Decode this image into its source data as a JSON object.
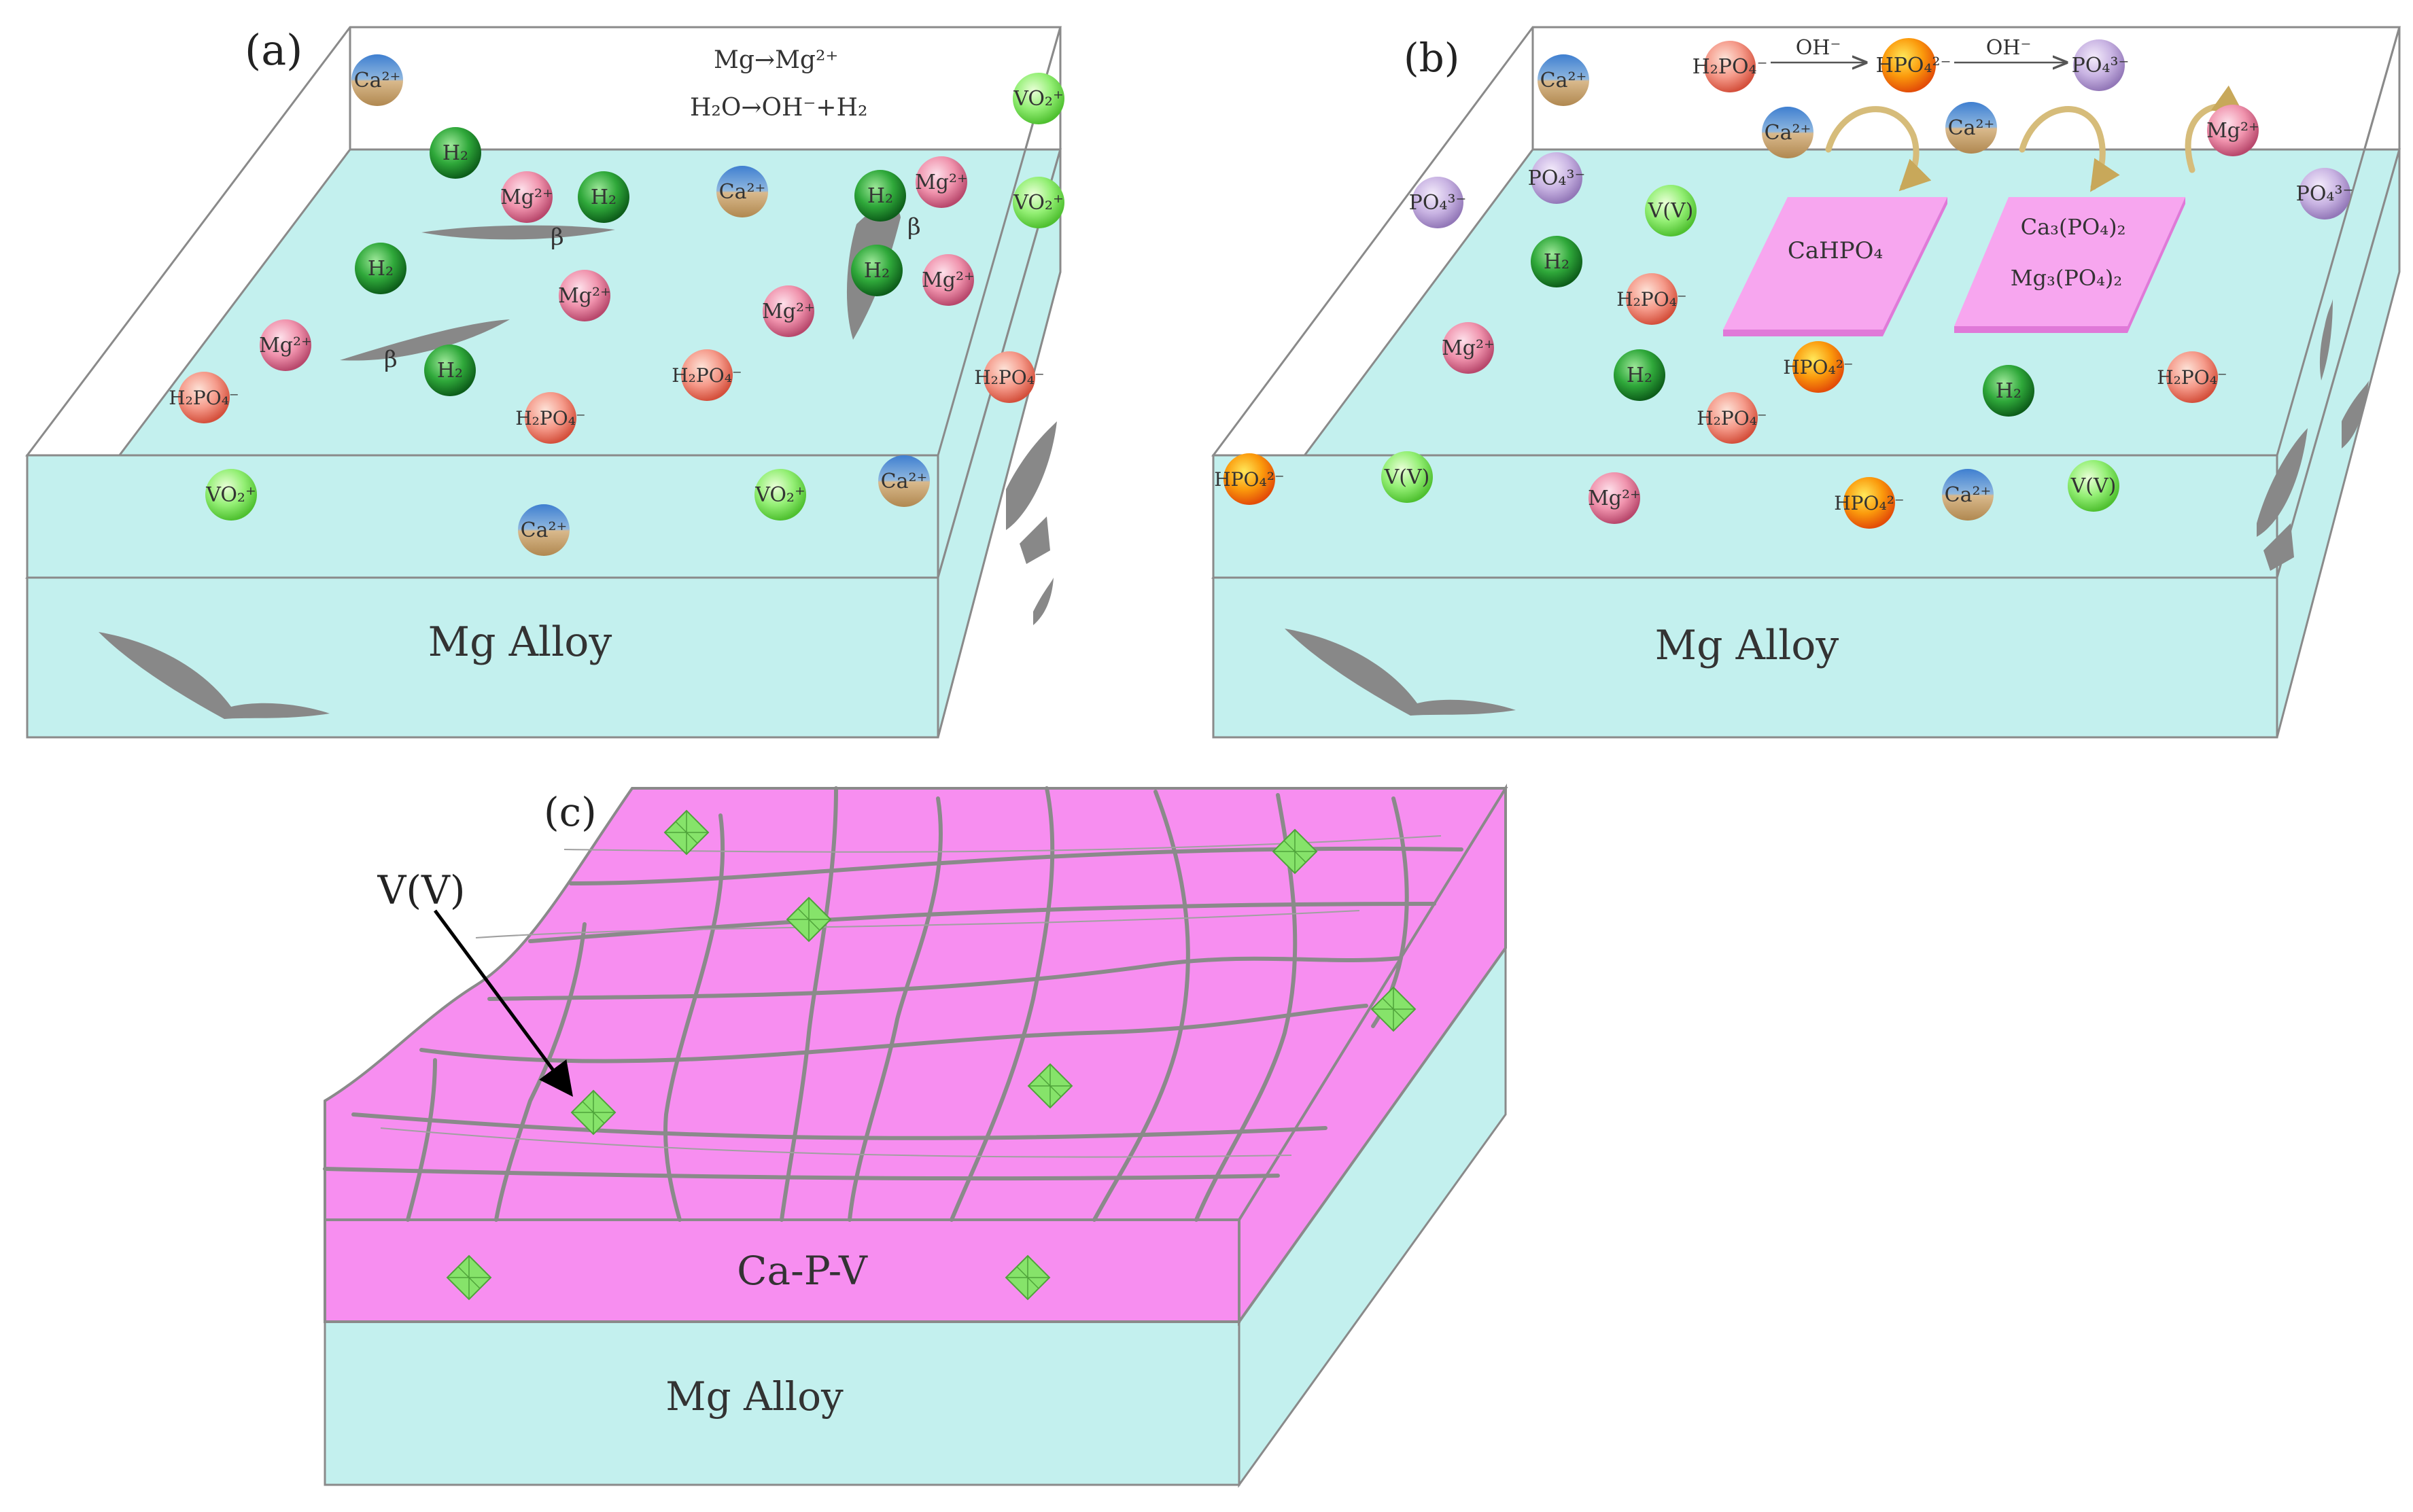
{
  "panels": {
    "a": {
      "label": "(a)",
      "equation1": "Mg→Mg²⁺",
      "equation2": "H₂O→OH⁻+H₂",
      "alloy_label": "Mg Alloy",
      "beta_label": "β",
      "ions": [
        {
          "text": "Ca²⁺",
          "kind": "ca"
        },
        {
          "text": "VO₂⁺",
          "kind": "v"
        },
        {
          "text": "VO₂⁺",
          "kind": "v"
        },
        {
          "text": "H₂",
          "kind": "h"
        },
        {
          "text": "Mg²⁺",
          "kind": "mg"
        },
        {
          "text": "H₂",
          "kind": "h"
        },
        {
          "text": "Ca²⁺",
          "kind": "ca"
        },
        {
          "text": "H₂",
          "kind": "h"
        },
        {
          "text": "Mg²⁺",
          "kind": "mg"
        },
        {
          "text": "H₂",
          "kind": "h"
        },
        {
          "text": "Mg²⁺",
          "kind": "mg"
        },
        {
          "text": "H₂",
          "kind": "h"
        },
        {
          "text": "Mg²⁺",
          "kind": "mg"
        },
        {
          "text": "Mg²⁺",
          "kind": "mg"
        },
        {
          "text": "Mg²⁺",
          "kind": "mg"
        },
        {
          "text": "H₂",
          "kind": "h"
        },
        {
          "text": "H₂PO₄⁻",
          "kind": "hp"
        },
        {
          "text": "H₂PO₄⁻",
          "kind": "hp"
        },
        {
          "text": "H₂PO₄⁻",
          "kind": "hp"
        },
        {
          "text": "H₂PO₄⁻",
          "kind": "hp"
        },
        {
          "text": "VO₂⁺",
          "kind": "v"
        },
        {
          "text": "Ca²⁺",
          "kind": "ca"
        },
        {
          "text": "VO₂⁺",
          "kind": "v"
        },
        {
          "text": "Ca²⁺",
          "kind": "ca"
        }
      ]
    },
    "b": {
      "label": "(b)",
      "reaction": [
        "H₂PO₄⁻",
        "OH⁻",
        "HPO₄²⁻",
        "OH⁻",
        "PO₄³⁻"
      ],
      "alloy_label": "Mg Alloy",
      "plate1": "CaHPO₄",
      "plate2_line1": "Ca₃(PO₄)₂",
      "plate2_line2": "Mg₃(PO₄)₂",
      "ions": [
        {
          "text": "Ca²⁺",
          "kind": "ca"
        },
        {
          "text": "Ca²⁺",
          "kind": "ca"
        },
        {
          "text": "Ca²⁺",
          "kind": "ca"
        },
        {
          "text": "Mg²⁺",
          "kind": "mg"
        },
        {
          "text": "PO₄³⁻",
          "kind": "po"
        },
        {
          "text": "PO₄³⁻",
          "kind": "po"
        },
        {
          "text": "V(V)",
          "kind": "v"
        },
        {
          "text": "PO₄³⁻",
          "kind": "po"
        },
        {
          "text": "H₂",
          "kind": "h"
        },
        {
          "text": "H₂PO₄⁻",
          "kind": "hp"
        },
        {
          "text": "Mg²⁺",
          "kind": "mg"
        },
        {
          "text": "H₂",
          "kind": "h"
        },
        {
          "text": "HPO₄²⁻",
          "kind": "hpo"
        },
        {
          "text": "H₂PO₄⁻",
          "kind": "hp"
        },
        {
          "text": "H₂",
          "kind": "h"
        },
        {
          "text": "H₂PO₄⁻",
          "kind": "hp"
        },
        {
          "text": "HPO₄²⁻",
          "kind": "hpo"
        },
        {
          "text": "V(V)",
          "kind": "v"
        },
        {
          "text": "Mg²⁺",
          "kind": "mg"
        },
        {
          "text": "HPO₄²⁻",
          "kind": "hpo"
        },
        {
          "text": "Ca²⁺",
          "kind": "ca"
        },
        {
          "text": "V(V)",
          "kind": "v"
        }
      ]
    },
    "c": {
      "label": "(c)",
      "pointer_label": "V(V)",
      "layer_label": "Ca-P-V",
      "alloy_label": "Mg Alloy"
    }
  },
  "colors": {
    "solution": "#c3f0ee",
    "alloy": "#c3f0ee",
    "coating": "#f78ef0",
    "edge": "#8a8a8a",
    "precipitate": "#888888",
    "crystal": "#86e36a",
    "plate": "#f7a6ef"
  }
}
